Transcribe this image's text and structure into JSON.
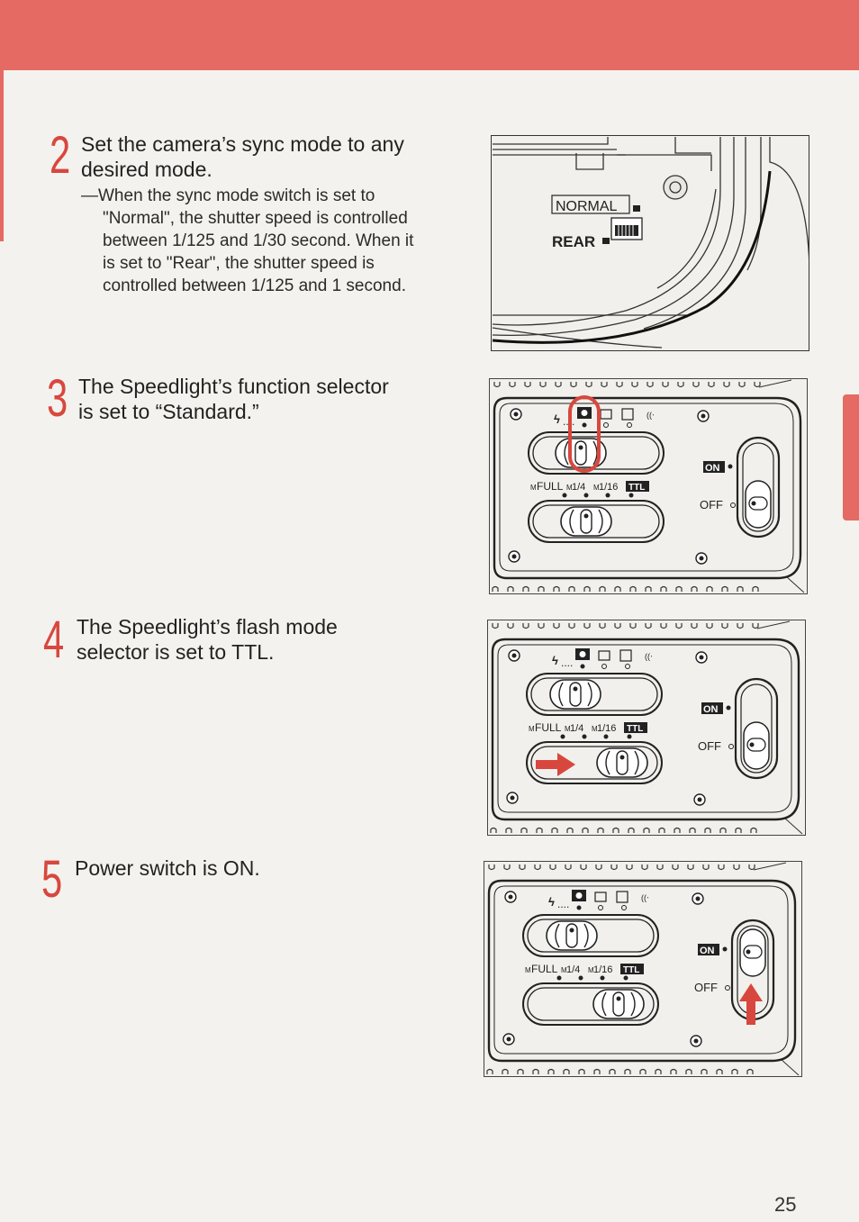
{
  "colors": {
    "accent": "#e46a63",
    "number": "#d8473e",
    "arrow": "#d8473e"
  },
  "steps": [
    {
      "number": "2",
      "heading_line1": "Set the camera’s sync mode to any",
      "heading_line2": "desired mode.",
      "body_lines": [
        "—When the sync mode switch is set to",
        "\"Normal\", the shutter speed is controlled",
        "between 1/125 and 1/30 second. When it",
        "is set to \"Rear\", the shutter speed is",
        "controlled between 1/125 and 1 second."
      ]
    },
    {
      "number": "3",
      "heading_line1": "The Speedlight’s function selector",
      "heading_line2": "is set to “Standard.”"
    },
    {
      "number": "4",
      "heading_line1": "The Speedlight’s flash mode",
      "heading_line2": "selector is set to TTL."
    },
    {
      "number": "5",
      "heading_line1": "Power switch is ON."
    }
  ],
  "camera_panel": {
    "normal_label": "NORMAL",
    "rear_label": "REAR"
  },
  "flash_panel": {
    "on_label": "ON",
    "off_label": "OFF",
    "ttl_label": "TTL",
    "mfull_label": "FULL",
    "m14_label": "1/4",
    "m116_label": "1/16",
    "m_prefix": "M"
  },
  "page_number": "25"
}
